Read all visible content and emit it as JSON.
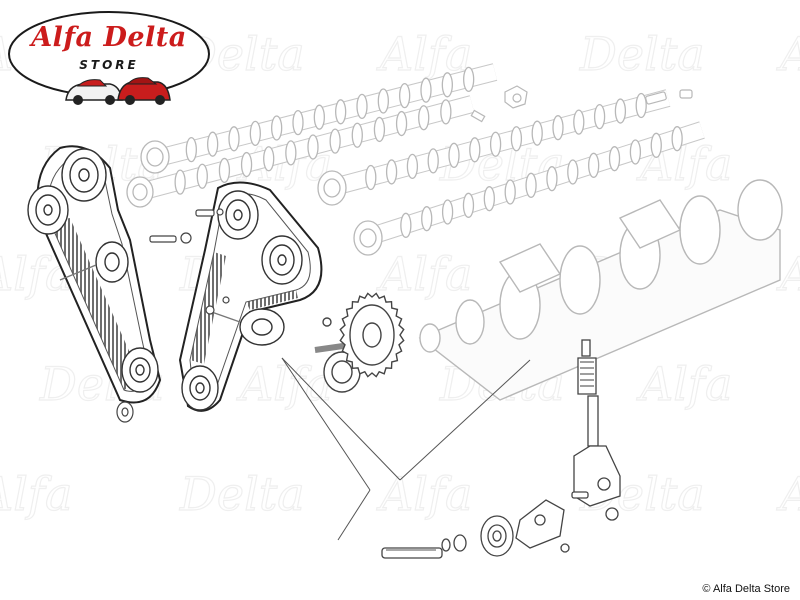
{
  "logo": {
    "brand": "Alfa Delta",
    "store": "STORE",
    "colors": {
      "brand": "#cc1c1c",
      "car": "#c81d1d",
      "outline": "#222222"
    }
  },
  "watermark": {
    "text_a": "Alfa",
    "text_b": "Delta"
  },
  "copyright": "© Alfa Delta Store",
  "diagram": {
    "line_color": "#444444",
    "faded_color": "#b8b8b8"
  }
}
